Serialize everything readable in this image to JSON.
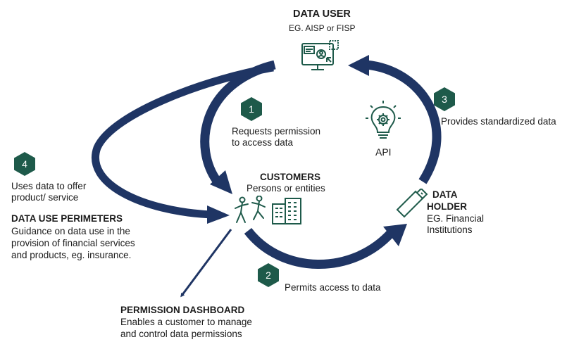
{
  "colors": {
    "arrow": "#1f3564",
    "hexagon": "#1e5a4a",
    "icon_stroke": "#1e5a4a",
    "text": "#1c1c1c"
  },
  "data_user": {
    "title": "DATA USER",
    "subtitle": "EG. AISP or FISP",
    "icon": "computer-screen-user-icon"
  },
  "customers": {
    "title": "CUSTOMERS",
    "subtitle": "Persons or entities",
    "icons": [
      "people-icon",
      "buildings-icon"
    ]
  },
  "data_holder": {
    "title_line1": "DATA",
    "title_line2": "HOLDER",
    "subtitle_line1": "EG. Financial",
    "subtitle_line2": "Institutions",
    "icon": "usb-drive-icon"
  },
  "api": {
    "label": "API",
    "icon": "lightbulb-gear-icon"
  },
  "steps": [
    {
      "number": "1",
      "line1": "Requests permission",
      "line2": "to access data"
    },
    {
      "number": "2",
      "line1": "Permits access to data"
    },
    {
      "number": "3",
      "line1": "Provides standardized data"
    },
    {
      "number": "4",
      "line1": "Uses data to offer",
      "line2": "product/ service"
    }
  ],
  "perimeters": {
    "title": "DATA USE PERIMETERS",
    "line1": "Guidance on data use in the",
    "line2": "provision of financial services",
    "line3": "and products, eg. insurance."
  },
  "dashboard": {
    "title": "PERMISSION DASHBOARD",
    "line1": "Enables a customer to manage",
    "line2": "and control data permissions"
  }
}
